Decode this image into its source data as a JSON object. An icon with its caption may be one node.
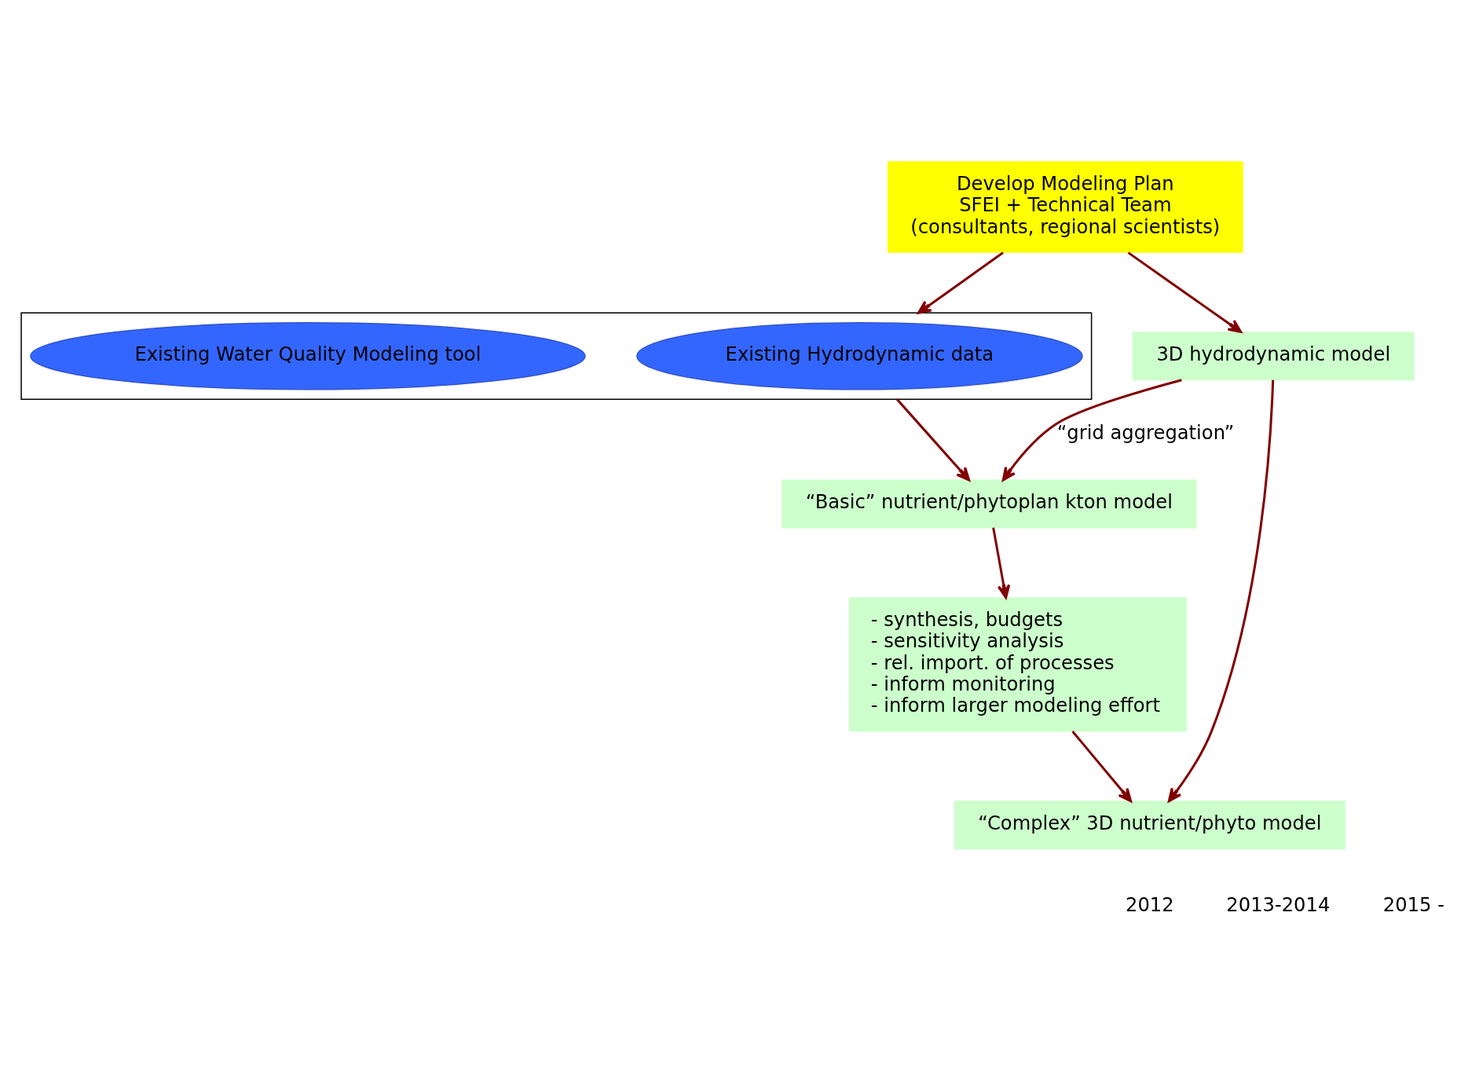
{
  "diagram": {
    "nodes": [
      {
        "text": [],
        "shape": "box"
      },
      {
        "text": [
          "Existing Hydrodynamic data"
        ],
        "in": 0
      },
      {
        "text": [
          "Existing Water Quality Modeling tool"
        ],
        "in": 0
      },
      {
        "text": [
          "“Basic” nutrient/phytoplan kton model"
        ]
      },
      {
        "text": [
          "- synthesis, budgets",
          "- sensitivity analysis",
          "- rel. import. of processes",
          "- inform monitoring",
          "- inform larger modeling effort"
        ]
      },
      {
        "text": [
          "Develop Modeling Plan",
          "SFEI + Technical Team",
          "(consultants, regional scientists)"
        ]
      },
      {
        "text": [
          "3D hydrodynamic model"
        ]
      },
      {
        "text": [
          "“Complex” 3D nutrient/phyto model"
        ]
      }
    ],
    "edges": [
      {
        "from": 0,
        "to": 3,
        "arrow": "to"
      },
      {
        "from": 3,
        "to": 4,
        "arrow": "to"
      },
      {
        "from": 4,
        "to": 7,
        "arrow": "to"
      },
      {
        "from": 5,
        "to": 0,
        "arrow": "to"
      },
      {
        "from": 5,
        "to": 6,
        "arrow": "to"
      },
      {
        "from": 6,
        "to": 3,
        "arrow": "to",
        "label": "“grid aggregation”"
      },
      {
        "from": 6,
        "to": 7,
        "arrow": "to"
      }
    ],
    "labels": [
      "2012",
      "2013-2014",
      "2015 -"
    ]
  }
}
